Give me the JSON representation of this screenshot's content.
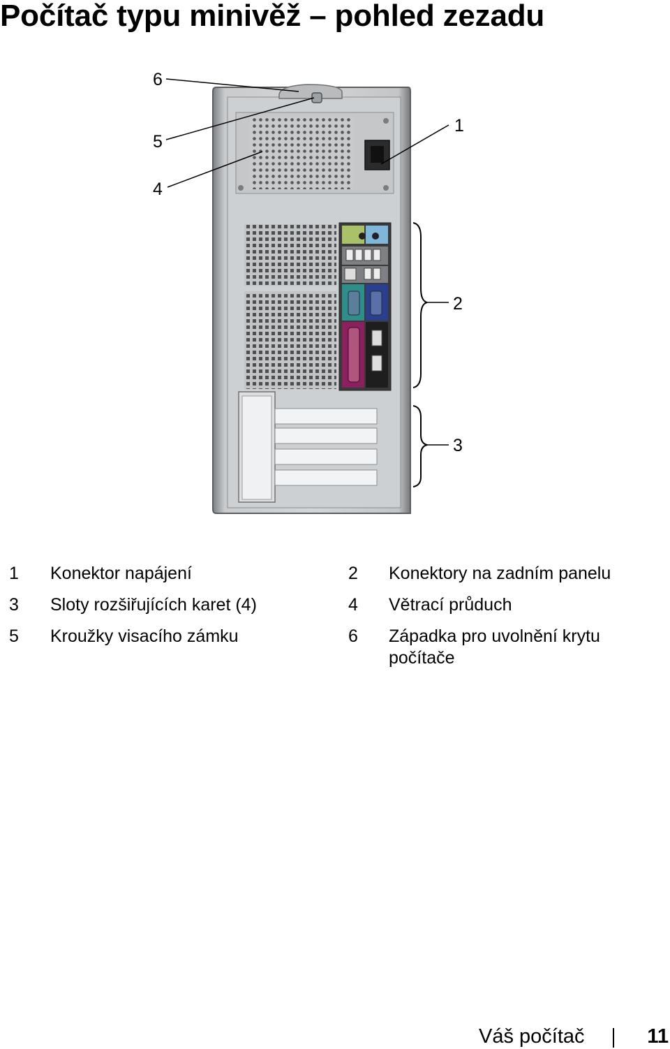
{
  "page": {
    "title": "Počítač typu minivěž – pohled zezadu"
  },
  "figure": {
    "callouts": [
      "6",
      "5",
      "4",
      "1",
      "2",
      "3"
    ]
  },
  "legend": {
    "rows": [
      [
        {
          "num": "1",
          "label": "Konektor napájení"
        },
        {
          "num": "2",
          "label": "Konektory na zadním panelu"
        }
      ],
      [
        {
          "num": "3",
          "label": "Sloty rozšiřujících karet (4)"
        },
        {
          "num": "4",
          "label": "Větrací průduch"
        }
      ],
      [
        {
          "num": "5",
          "label": "Kroužky visacího zámku"
        },
        {
          "num": "6",
          "label": "Západka pro uvolnění krytu počítače"
        }
      ]
    ]
  },
  "footer": {
    "section": "Váš počítač",
    "page_number": "11"
  }
}
